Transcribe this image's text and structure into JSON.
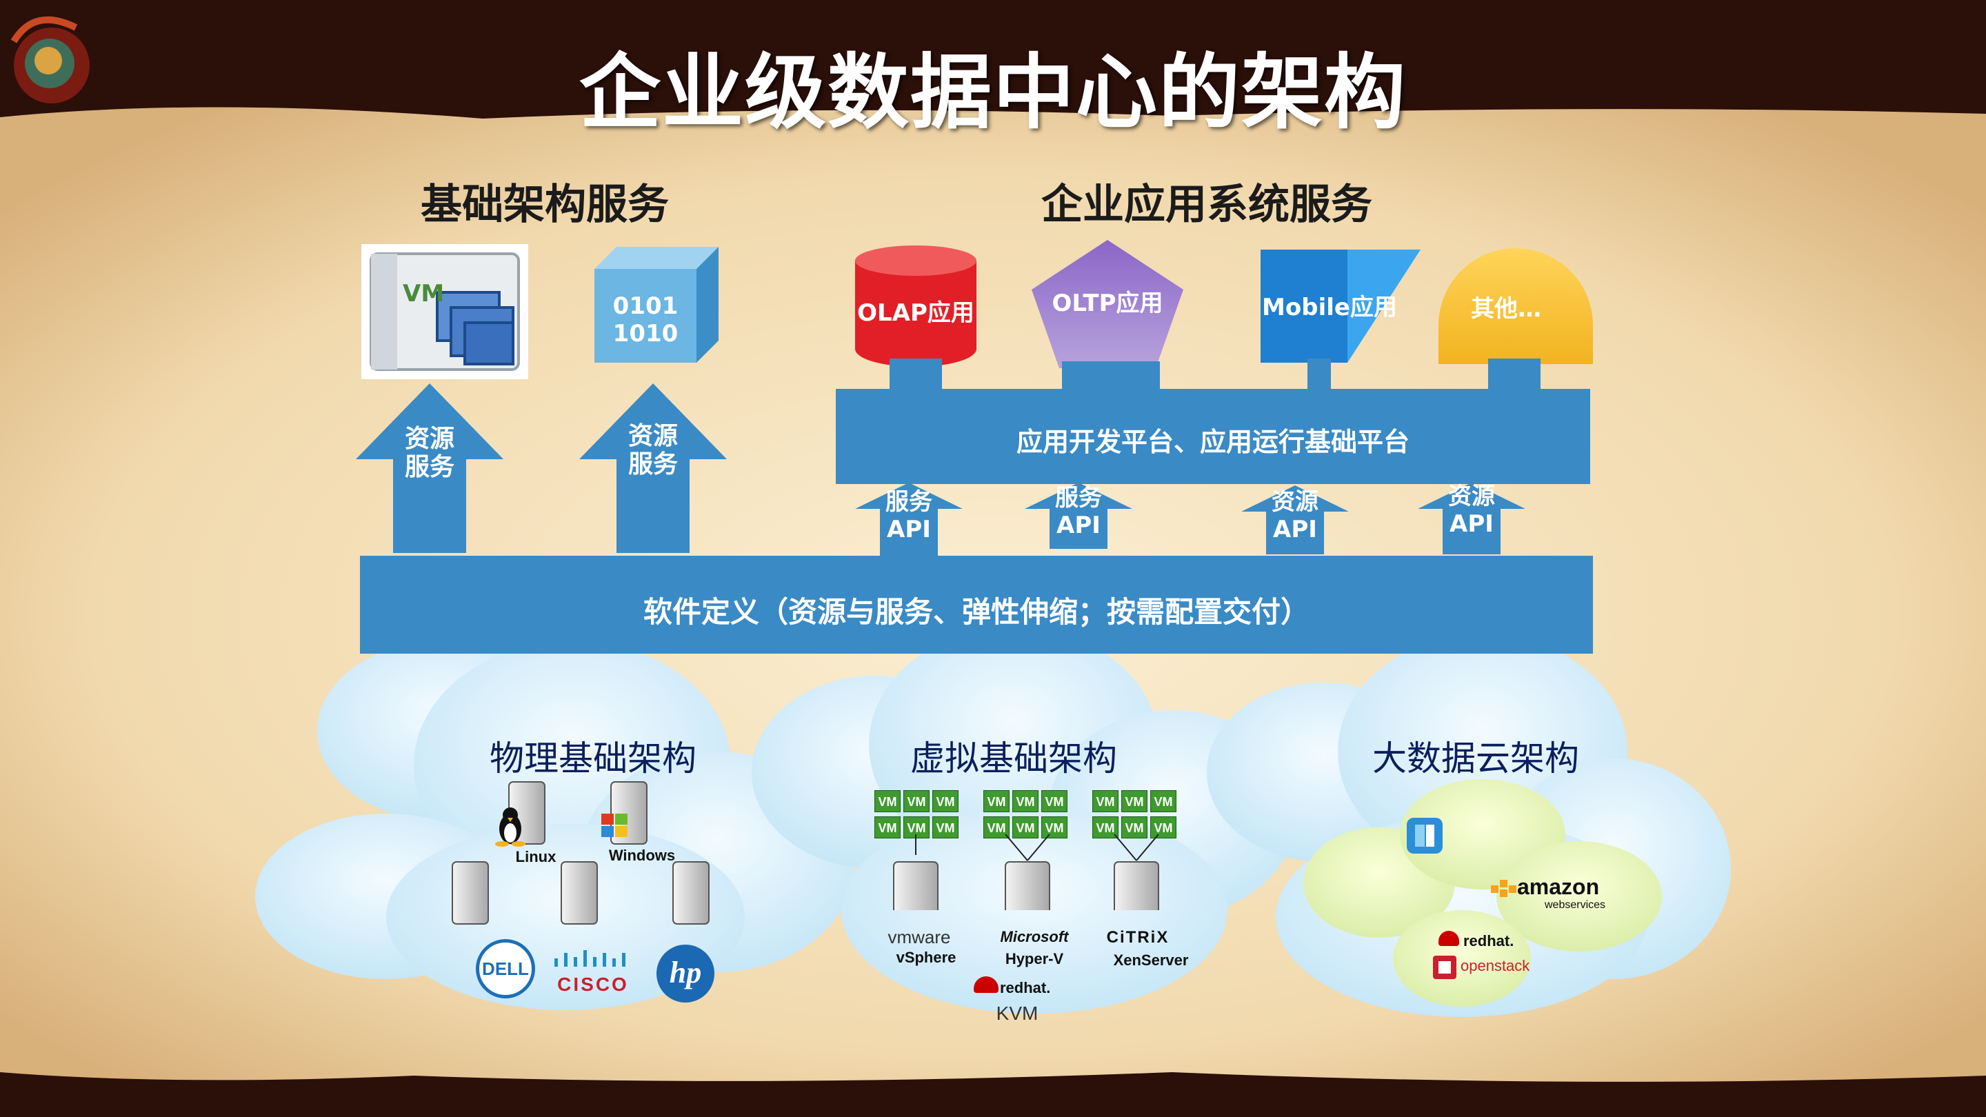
{
  "slide": {
    "title": "企业级数据中心的架构"
  },
  "sections": {
    "infra_services": "基础架构服务",
    "enterprise_app_services": "企业应用系统服务"
  },
  "infra_icons": {
    "vm_label": "VM",
    "data_line1": "0101",
    "data_line2": "1010"
  },
  "resource_arrows": [
    {
      "line1": "资源",
      "line2": "服务"
    },
    {
      "line1": "资源",
      "line2": "服务"
    }
  ],
  "app_shapes": {
    "olap": "OLAP应用",
    "oltp": "OLTP应用",
    "mobile": "Mobile应用",
    "other": "其他…"
  },
  "platform_bar": "应用开发平台、应用运行基础平台",
  "api_arrows": [
    {
      "line1": "服务",
      "line2": "API"
    },
    {
      "line1": "服务",
      "line2": "API"
    },
    {
      "line1": "资源",
      "line2": "API"
    },
    {
      "line1": "资源",
      "line2": "API"
    }
  ],
  "software_bar": "软件定义（资源与服务、弹性伸缩；按需配置交付）",
  "clouds": {
    "physical": {
      "title": "物理基础架构",
      "linux": "Linux",
      "windows": "Windows",
      "brands": [
        "DELL",
        "CISCO",
        "hp"
      ]
    },
    "virtual": {
      "title": "虚拟基础架构",
      "vm": "VM",
      "hypervisors": [
        {
          "brand": "vmware",
          "product": "vSphere"
        },
        {
          "brand": "Microsoft",
          "product": "Hyper-V"
        },
        {
          "brand": "CiTRiX",
          "product": "XenServer"
        }
      ],
      "redhat": "redhat.",
      "kvm": "KVM"
    },
    "bigdata": {
      "title": "大数据云架构",
      "amazon": "amazon",
      "amazon_sub": "webservices",
      "redhat": "redhat.",
      "openstack": "openstack"
    }
  },
  "colors": {
    "bar_blue": "#3a8ac6",
    "title_color": "#ffffff",
    "cloud_title": "#0a1f5c"
  }
}
